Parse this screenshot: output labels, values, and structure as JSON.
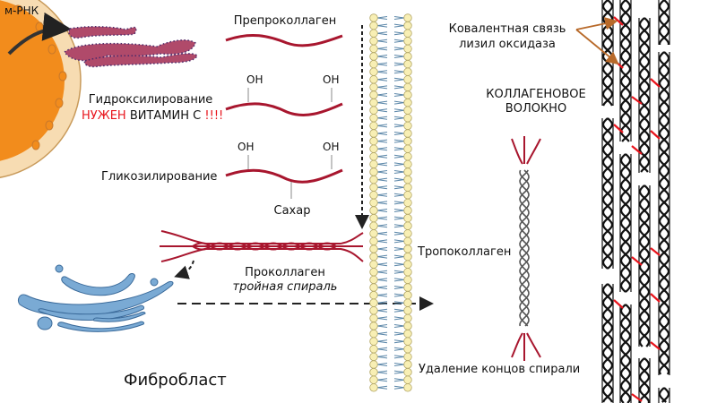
{
  "diagram": {
    "title": "Collagen synthesis",
    "labels": {
      "mrna": "м-РНК",
      "preprocollagen": "Препроколлаген",
      "hydroxylation": "Гидроксилирование",
      "vitamin_c_needed_prefix": "НУЖЕН",
      "vitamin_c_needed_main": "ВИТАМИН С",
      "vitamin_c_needed_suffix": "!!!!",
      "oh": "OH",
      "glycosylation": "Гликозилирование",
      "sugar": "Сахар",
      "procollagen": "Проколлаген",
      "triple_helix": "тройная спираль",
      "fibroblast": "Фибробласт",
      "tropocollagen": "Тропоколлаген",
      "removal_of_ends": "Удаление концов спирали",
      "covalent_bond": "Ковалентная связь",
      "lysyl_oxidase": "лизил оксидаза",
      "collagen_fiber_line1": "КОЛЛАГЕНОВОЕ",
      "collagen_fiber_line2": "ВОЛОКНО"
    },
    "colors": {
      "nucleus": "#f28c1c",
      "nucleus_envelope": "#f7dcb2",
      "er": "#b04a6a",
      "er_dots": "#4b2a6a",
      "chain": "#a8162e",
      "golgi": "#7aaad4",
      "membrane_head": "#f8efb4",
      "membrane_tail": "#5a86a8",
      "fiber": "#111111",
      "crosslink": "#e8141c",
      "pointer": "#b86a2a",
      "highlight": "#e8141c"
    }
  }
}
